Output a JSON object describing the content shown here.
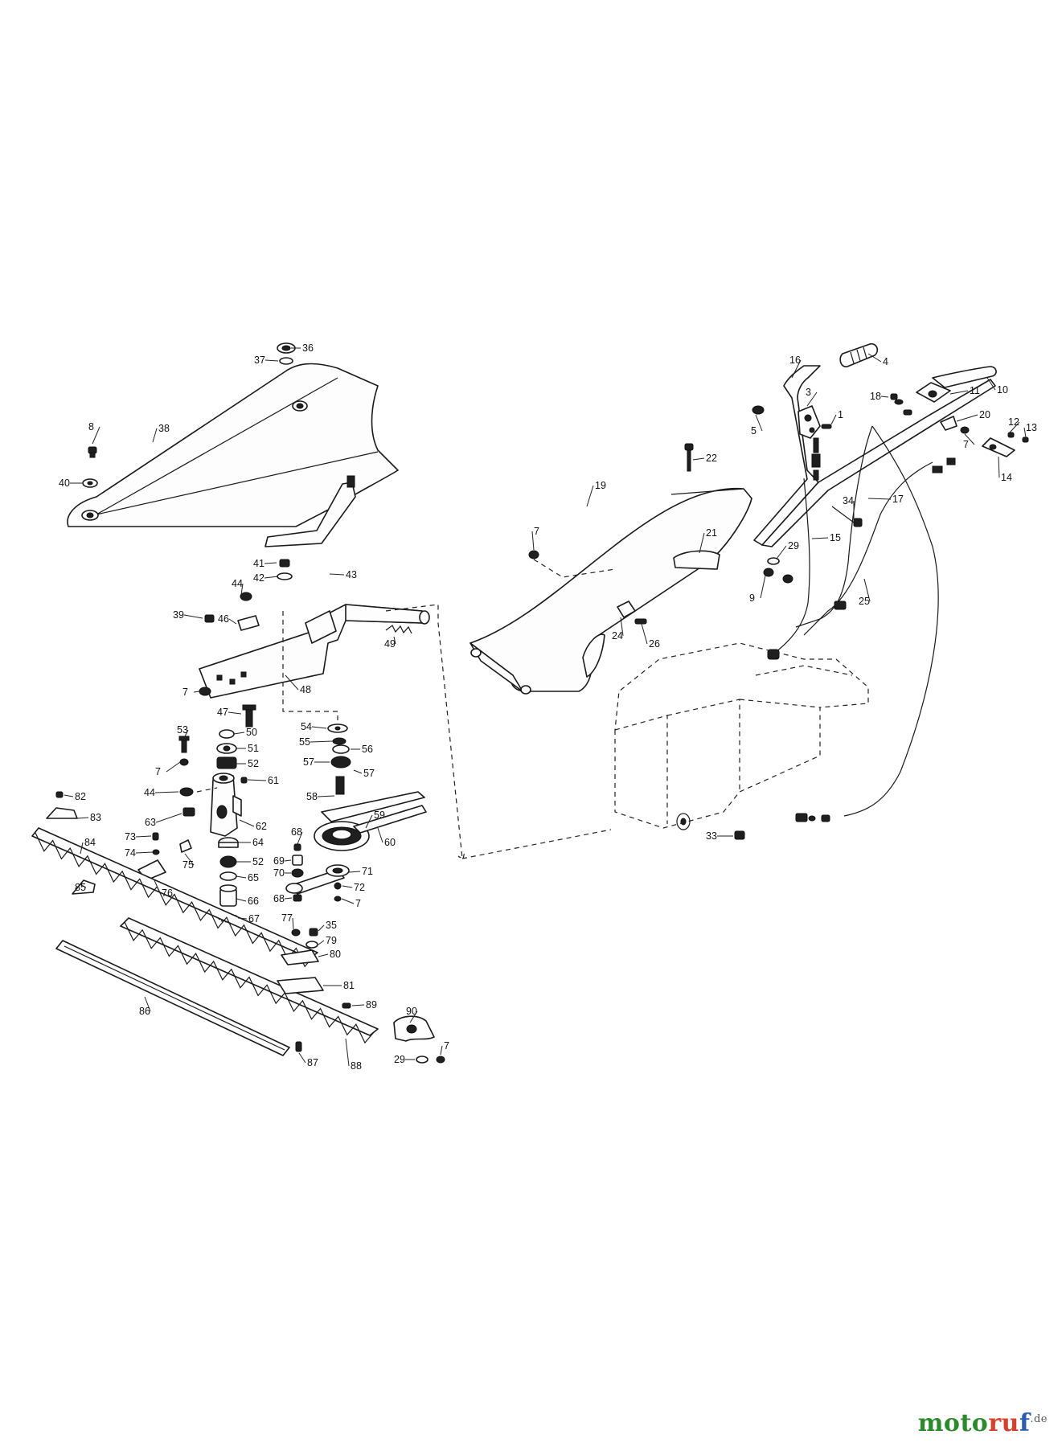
{
  "brand": {
    "part1": "moto",
    "part2": "ru",
    "part3": "f",
    "domain": ".de"
  },
  "callouts": [
    {
      "id": "c36",
      "label": "36"
    },
    {
      "id": "c37",
      "label": "37"
    },
    {
      "id": "c38",
      "label": "38"
    },
    {
      "id": "c8",
      "label": "8"
    },
    {
      "id": "c40",
      "label": "40"
    },
    {
      "id": "c41",
      "label": "41"
    },
    {
      "id": "c42",
      "label": "42"
    },
    {
      "id": "c43",
      "label": "43"
    },
    {
      "id": "c44a",
      "label": "44"
    },
    {
      "id": "c46",
      "label": "46"
    },
    {
      "id": "c39",
      "label": "39"
    },
    {
      "id": "c49",
      "label": "49"
    },
    {
      "id": "c48",
      "label": "48"
    },
    {
      "id": "c7a",
      "label": "7"
    },
    {
      "id": "c47",
      "label": "47"
    },
    {
      "id": "c50",
      "label": "50"
    },
    {
      "id": "c51",
      "label": "51"
    },
    {
      "id": "c52a",
      "label": "52"
    },
    {
      "id": "c53",
      "label": "53"
    },
    {
      "id": "c7b",
      "label": "7"
    },
    {
      "id": "c44b",
      "label": "44"
    },
    {
      "id": "c61",
      "label": "61"
    },
    {
      "id": "c62",
      "label": "62"
    },
    {
      "id": "c63",
      "label": "63"
    },
    {
      "id": "c82",
      "label": "82"
    },
    {
      "id": "c83",
      "label": "83"
    },
    {
      "id": "c73",
      "label": "73"
    },
    {
      "id": "c74",
      "label": "74"
    },
    {
      "id": "c75",
      "label": "75"
    },
    {
      "id": "c84",
      "label": "84"
    },
    {
      "id": "c76",
      "label": "76"
    },
    {
      "id": "c64",
      "label": "64"
    },
    {
      "id": "c52b",
      "label": "52"
    },
    {
      "id": "c65",
      "label": "65"
    },
    {
      "id": "c66",
      "label": "66"
    },
    {
      "id": "c67",
      "label": "67"
    },
    {
      "id": "c85",
      "label": "85"
    },
    {
      "id": "c54",
      "label": "54"
    },
    {
      "id": "c55",
      "label": "55"
    },
    {
      "id": "c56",
      "label": "56"
    },
    {
      "id": "c57a",
      "label": "57"
    },
    {
      "id": "c57b",
      "label": "57"
    },
    {
      "id": "c58",
      "label": "58"
    },
    {
      "id": "c59",
      "label": "59"
    },
    {
      "id": "c60",
      "label": "60"
    },
    {
      "id": "c68a",
      "label": "68"
    },
    {
      "id": "c69",
      "label": "69"
    },
    {
      "id": "c70",
      "label": "70"
    },
    {
      "id": "c71",
      "label": "71"
    },
    {
      "id": "c68b",
      "label": "68"
    },
    {
      "id": "c72",
      "label": "72"
    },
    {
      "id": "c7c",
      "label": "7"
    },
    {
      "id": "c77",
      "label": "77"
    },
    {
      "id": "c35",
      "label": "35"
    },
    {
      "id": "c79",
      "label": "79"
    },
    {
      "id": "c80",
      "label": "80"
    },
    {
      "id": "c81",
      "label": "81"
    },
    {
      "id": "c86",
      "label": "86"
    },
    {
      "id": "c89",
      "label": "89"
    },
    {
      "id": "c90",
      "label": "90"
    },
    {
      "id": "c29a",
      "label": "29"
    },
    {
      "id": "c7d",
      "label": "7"
    },
    {
      "id": "c87",
      "label": "87"
    },
    {
      "id": "c88",
      "label": "88"
    },
    {
      "id": "c19",
      "label": "19"
    },
    {
      "id": "c22",
      "label": "22"
    },
    {
      "id": "c7e",
      "label": "7"
    },
    {
      "id": "c21",
      "label": "21"
    },
    {
      "id": "c24",
      "label": "24"
    },
    {
      "id": "c26",
      "label": "26"
    },
    {
      "id": "c16",
      "label": "16"
    },
    {
      "id": "c4",
      "label": "4"
    },
    {
      "id": "c3",
      "label": "3"
    },
    {
      "id": "c1",
      "label": "1"
    },
    {
      "id": "c5",
      "label": "5"
    },
    {
      "id": "c18",
      "label": "18"
    },
    {
      "id": "c10",
      "label": "10"
    },
    {
      "id": "c11",
      "label": "11"
    },
    {
      "id": "c20",
      "label": "20"
    },
    {
      "id": "c7f",
      "label": "7"
    },
    {
      "id": "c12",
      "label": "12"
    },
    {
      "id": "c13",
      "label": "13"
    },
    {
      "id": "c14",
      "label": "14"
    },
    {
      "id": "c34",
      "label": "34"
    },
    {
      "id": "c17",
      "label": "17"
    },
    {
      "id": "c15",
      "label": "15"
    },
    {
      "id": "c29b",
      "label": "29"
    },
    {
      "id": "c9",
      "label": "9"
    },
    {
      "id": "c25",
      "label": "25"
    },
    {
      "id": "c33",
      "label": "33"
    }
  ]
}
